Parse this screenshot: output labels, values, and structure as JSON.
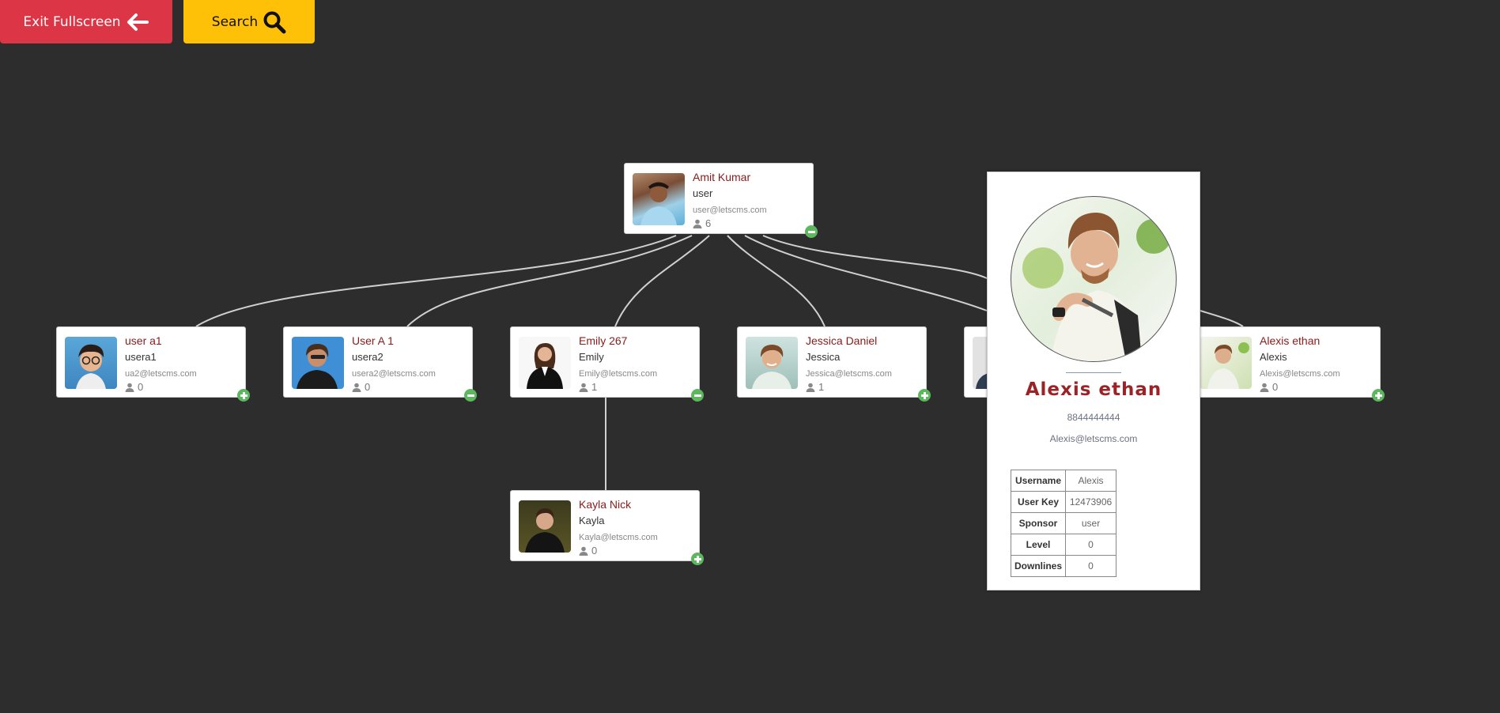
{
  "toolbar": {
    "exit_fullscreen_label": "Exit Fullscreen",
    "exit_fullscreen_icon": "arrow-left-icon",
    "search_label": "Search",
    "search_icon": "search-icon",
    "colors": {
      "exit": "#dc3545",
      "search": "#ffc107"
    }
  },
  "tree": {
    "root": {
      "name": "Amit Kumar",
      "username": "user",
      "email": "user@letscms.com",
      "downlines": "6",
      "toggle": "minus"
    },
    "level1": [
      {
        "name": "user a1",
        "username": "usera1",
        "email": "ua2@letscms.com",
        "downlines": "0",
        "toggle": "plus"
      },
      {
        "name": "User A 1",
        "username": "usera2",
        "email": "usera2@letscms.com",
        "downlines": "0",
        "toggle": "minus"
      },
      {
        "name": "Emily 267",
        "username": "Emily",
        "email": "Emily@letscms.com",
        "downlines": "1",
        "toggle": "minus"
      },
      {
        "name": "Jessica Daniel",
        "username": "Jessica",
        "email": "Jessica@letscms.com",
        "downlines": "1",
        "toggle": "plus"
      },
      {
        "name": "",
        "username": "",
        "email": "",
        "downlines": "",
        "toggle": ""
      },
      {
        "name": "Alexis ethan",
        "username": "Alexis",
        "email": "Alexis@letscms.com",
        "downlines": "0",
        "toggle": "plus"
      }
    ],
    "level2": [
      {
        "name": "Kayla Nick",
        "username": "Kayla",
        "email": "Kayla@letscms.com",
        "downlines": "0",
        "toggle": "plus"
      }
    ],
    "colors": {
      "name": "#8b1a1a",
      "toggle": "#5cb85c",
      "link": "#d0d0d0"
    }
  },
  "popup": {
    "name": "Alexis ethan",
    "phone": "8844444444",
    "email": "Alexis@letscms.com",
    "details": [
      {
        "label": "Username",
        "value": "Alexis"
      },
      {
        "label": "User Key",
        "value": "12473906"
      },
      {
        "label": "Sponsor",
        "value": "user"
      },
      {
        "label": "Level",
        "value": "0"
      },
      {
        "label": "Downlines",
        "value": "0"
      }
    ]
  }
}
